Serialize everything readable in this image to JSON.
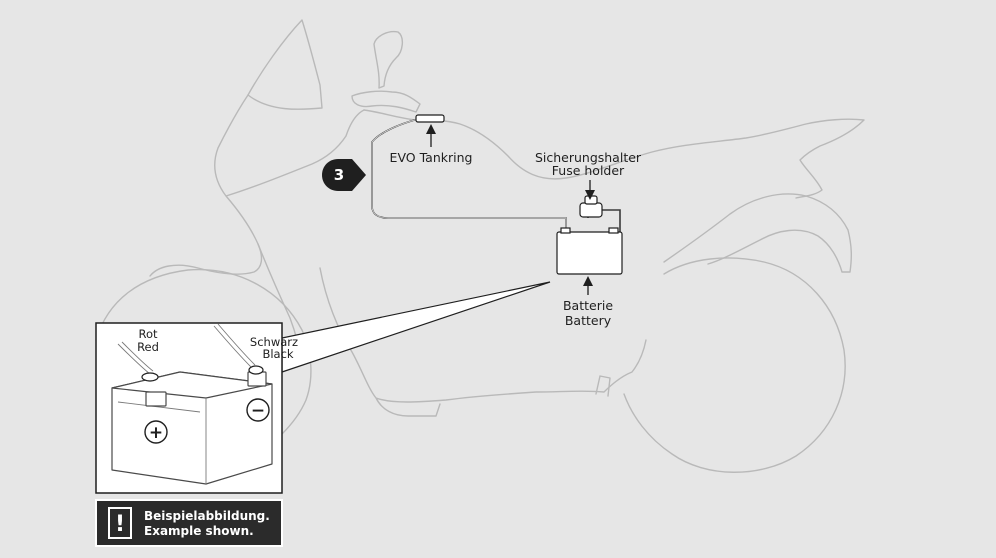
{
  "step": {
    "number": "3"
  },
  "labels": {
    "tank_ring": "EVO Tankring",
    "fuse_holder_de": "Sicherungshalter",
    "fuse_holder_en": "Fuse holder",
    "battery_de": "Batterie",
    "battery_en": "Battery"
  },
  "inset": {
    "red_de": "Rot",
    "red_en": "Red",
    "black_de": "Schwarz",
    "black_en": "Black",
    "positive_symbol": "+",
    "negative_symbol": "−"
  },
  "note": {
    "icon": "exclamation-icon",
    "mark": "!",
    "line1": "Beispielabbildung.",
    "line2": "Example shown."
  },
  "colors": {
    "background": "#e6e6e6",
    "outline": "#b9b9b9",
    "ink": "#1f1f1f",
    "note_background": "#2b2b2b"
  }
}
